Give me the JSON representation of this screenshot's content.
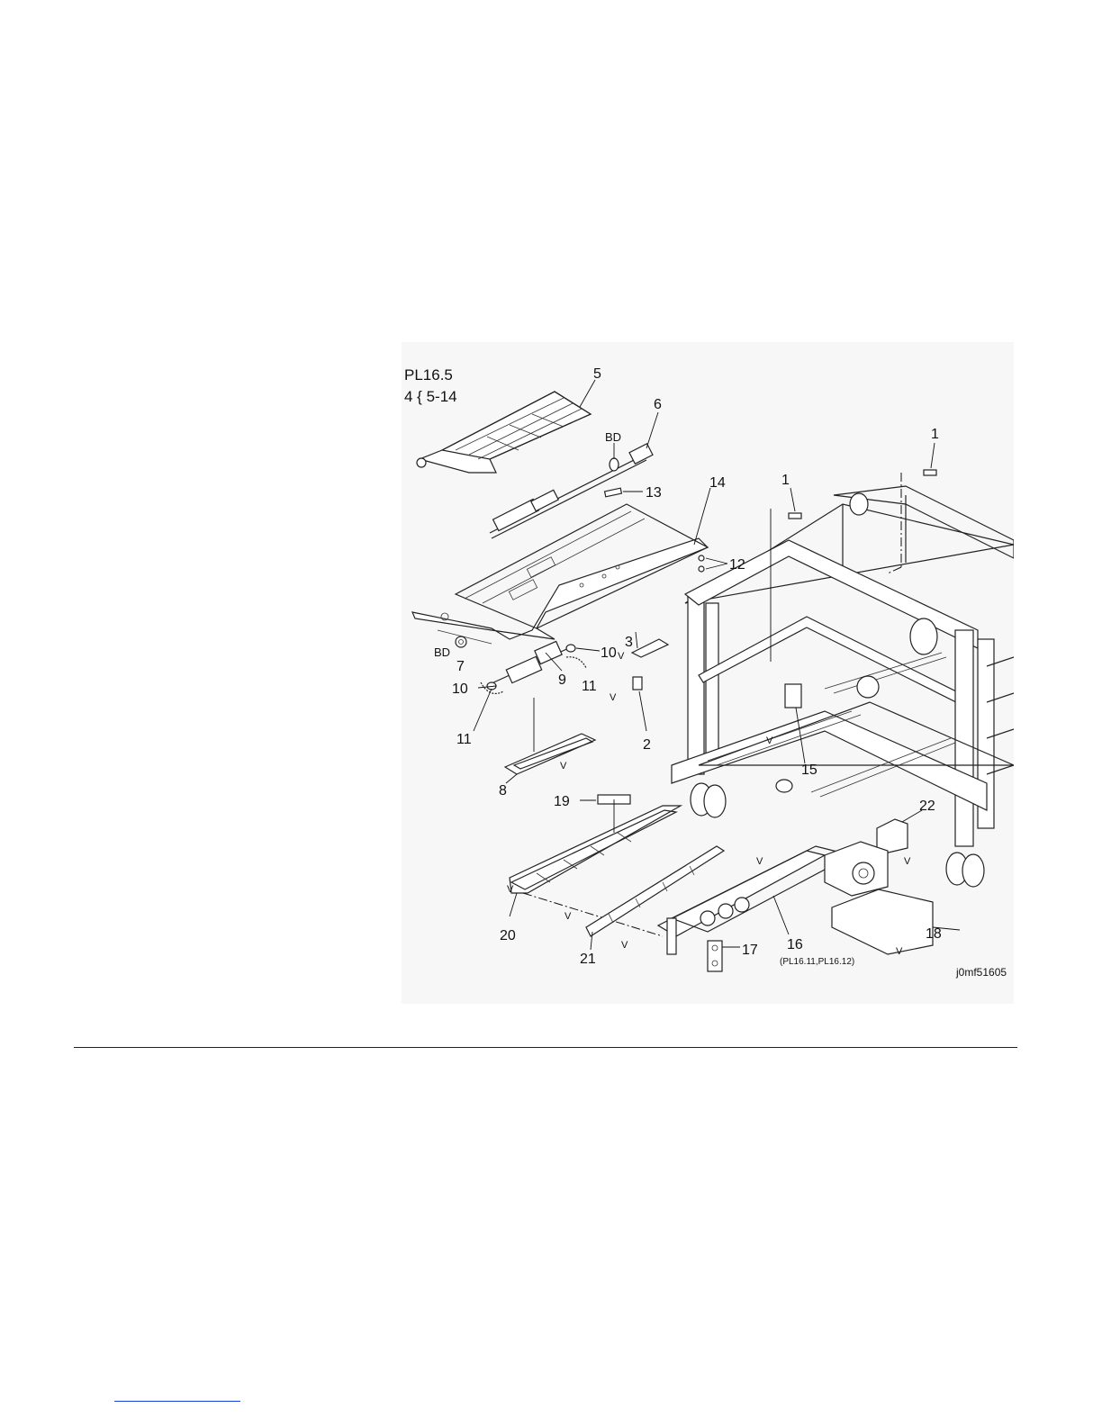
{
  "figure": {
    "plate_ref": "PL16.5",
    "group_note": "4 { 5-14",
    "image_id": "j0mf51605",
    "sub_ref": "(PL16.11,PL16.12)",
    "callouts": {
      "c1a": "1",
      "c1b": "1",
      "c2": "2",
      "c3": "3",
      "c5": "5",
      "c6": "6",
      "c7": "7",
      "c8": "8",
      "c9": "9",
      "c10a": "10",
      "c10b": "10",
      "c11a": "11",
      "c11b": "11",
      "c12": "12",
      "c13": "13",
      "c14": "14",
      "c15": "15",
      "c16": "16",
      "c17": "17",
      "c18": "18",
      "c19": "19",
      "c20": "20",
      "c21": "21",
      "c22": "22"
    },
    "markers": {
      "bd_top": "BD",
      "bd_bottom": "BD",
      "v": "V"
    }
  }
}
